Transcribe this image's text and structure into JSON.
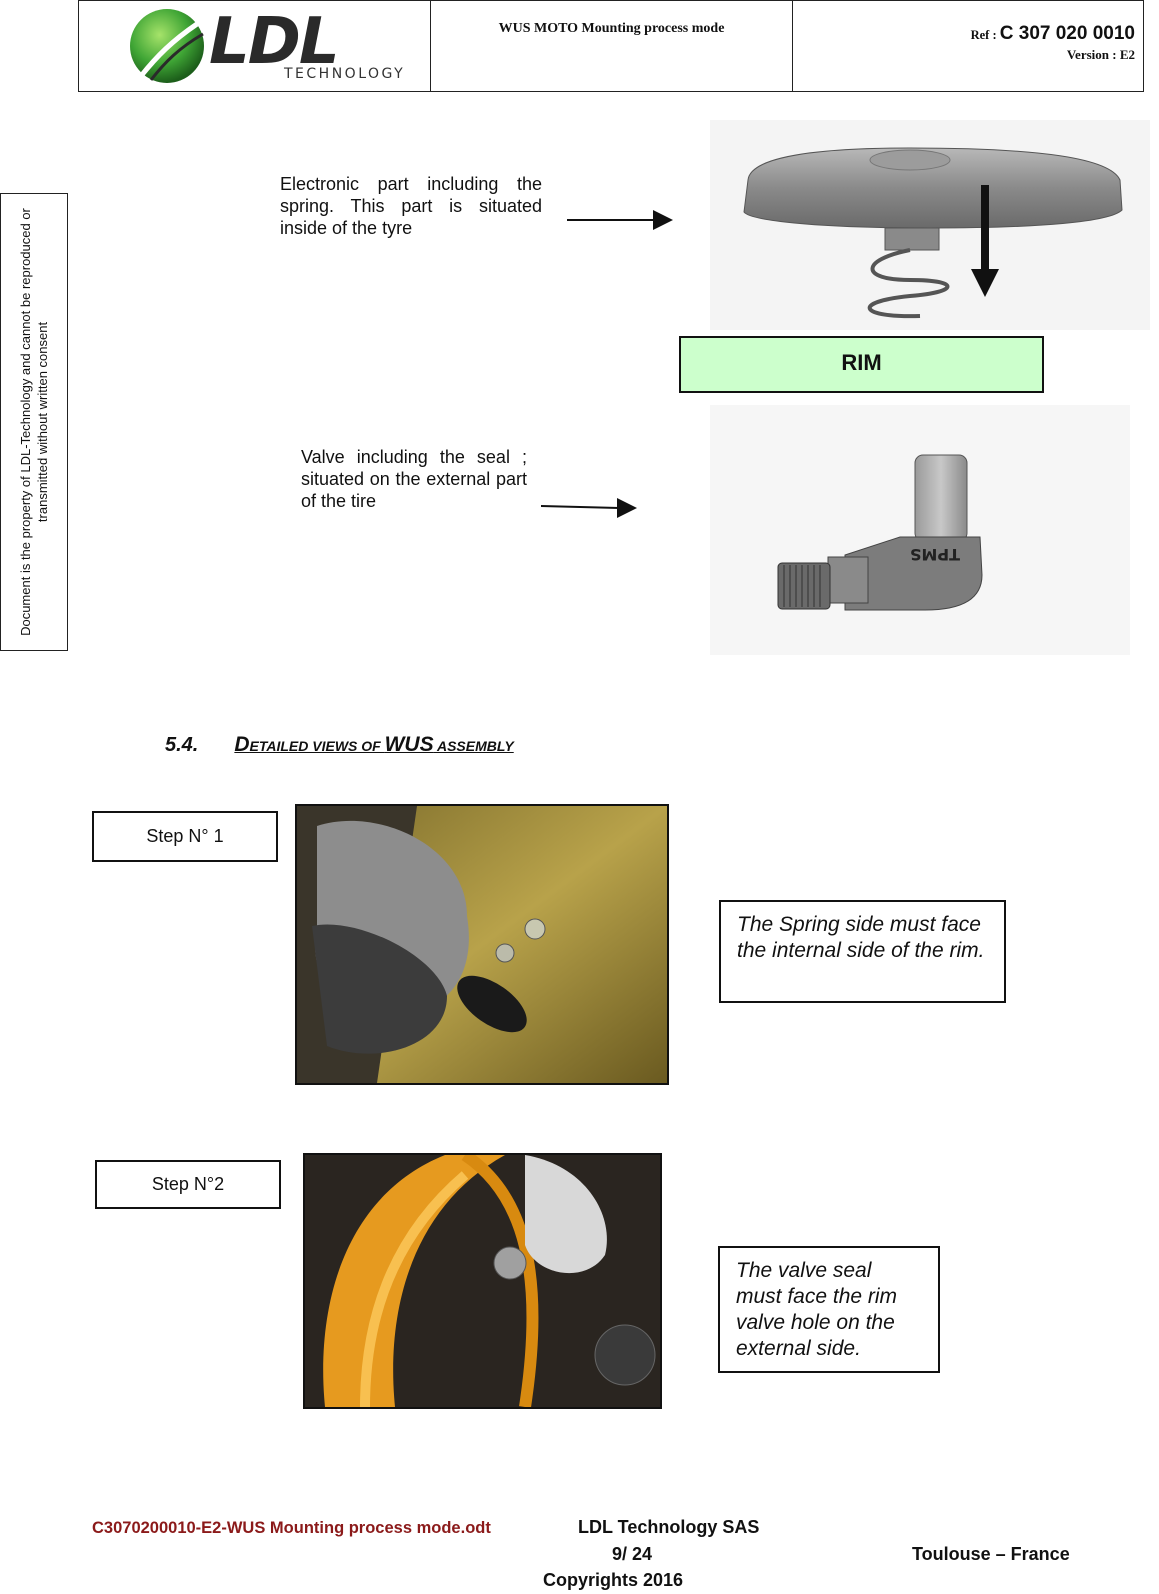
{
  "header": {
    "logo_text": "LDL",
    "logo_subtext": "TECHNOLOGY",
    "doc_title": "WUS MOTO Mounting process mode",
    "ref_label": "Ref :",
    "ref_value": "C 307 020 0010",
    "version": "Version : E2"
  },
  "side_note": "Document is the property of LDL-Technology and cannot be reproduced or transmitted without written consent",
  "diagram": {
    "electronic_label": "Electronic part including the spring. This part is situated inside of the tyre",
    "rim_label": "RIM",
    "valve_label": "Valve including the seal ; situated on the external part of the tire",
    "valve_marking": "TPMS"
  },
  "section": {
    "number": "5.4.",
    "title_prefix": "D",
    "title_small1": "ETAILED VIEWS OF ",
    "title_wus": "WUS",
    "title_small2": " ASSEMBLY"
  },
  "steps": [
    {
      "label": "Step N° 1",
      "note": "The Spring side must face the internal side of the rim."
    },
    {
      "label": "Step N°2",
      "note": "The valve seal must face the rim valve hole on the external side."
    }
  ],
  "footer": {
    "file": "C3070200010-E2-WUS Mounting process mode.odt",
    "company": "LDL Technology SAS",
    "page": "9/ 24",
    "city": "Toulouse – France",
    "copyright": "Copyrights 2016"
  },
  "colors": {
    "rim_fill": "#ccffcc",
    "footer_file": "#8b1a1a",
    "logo_green": "#3fa535"
  }
}
